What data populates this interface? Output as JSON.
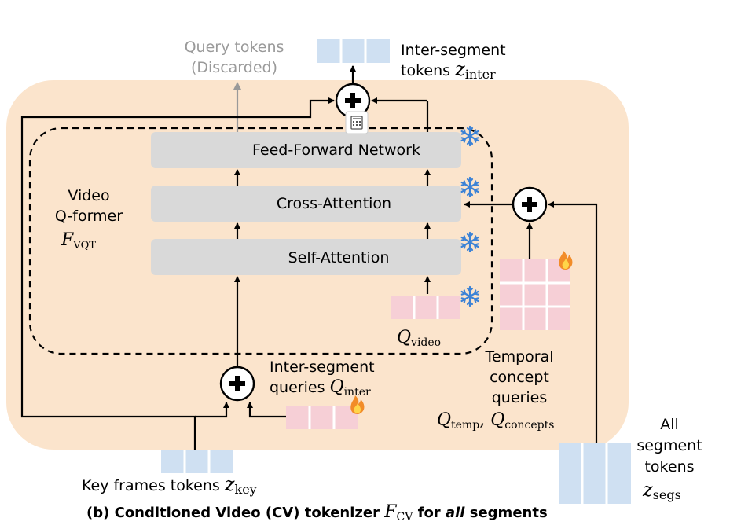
{
  "labels": {
    "query_tokens": "Query tokens",
    "discarded": "(Discarded)",
    "inter_tokens_line1": "Inter-segment",
    "inter_tokens_line2": "tokens",
    "z": "z",
    "inter_sub": "inter",
    "ffn": "Feed-Forward Network",
    "cross_attention": "Cross-Attention",
    "self_attention": "Self-Attention",
    "video": "Video",
    "qformer": "Q-former",
    "F": "F",
    "vqt_sub": "VQT",
    "Q": "Q",
    "video_sub": "video",
    "inter_queries_line1": "Inter-segment",
    "inter_queries_line2": "queries",
    "temporal_line1": "Temporal",
    "temporal_line2": "concept",
    "temporal_line3": "queries",
    "temp_sub": "temp",
    "comma": ",",
    "concepts_sub": "concepts",
    "key_frames": "Key frames tokens",
    "key_sub": "key",
    "all_line1": "All",
    "all_line2": "segment",
    "all_line3": "tokens",
    "segs_sub": "segs",
    "caption_pre": "(b) Conditioned Video (CV) tokenizer",
    "cv_sub": "CV",
    "caption_mid": "for",
    "caption_all": "all",
    "caption_post": "segments"
  },
  "icons": [
    "plus-circle-icon",
    "snowflake-icon",
    "fire-icon",
    "calculator-icon"
  ],
  "colors": {
    "background_panel": "#fbe4cc",
    "layer_box": "#d9d9d9",
    "token_blue": "#cfe0f2",
    "token_pink": "#f6cfd6",
    "snowflake": "#3b82d6",
    "fire": "#f28c28",
    "query_arrow": "#999999"
  }
}
